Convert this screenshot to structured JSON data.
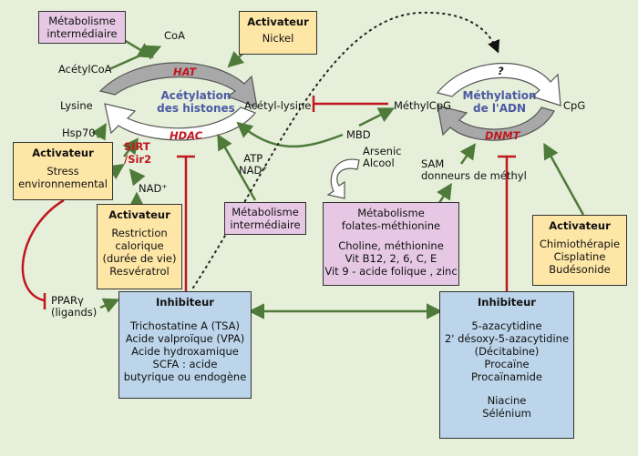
{
  "colors": {
    "background": "#e6efd9",
    "green": "#4e7a3a",
    "red": "#c0171e",
    "gray": "#a8a8a8",
    "title_blue": "#4a5aa4",
    "pink": "#e6c8e4",
    "yellow": "#fde6a6",
    "blue": "#bcd5ea"
  },
  "hat_cycle": {
    "title_line1": "Acétylation",
    "title_line2": "des histones",
    "hat": "HAT",
    "hdac": "HDAC"
  },
  "dnmt_cycle": {
    "title_line1": "Méthylation",
    "title_line2": "de l'ADN",
    "question": "?",
    "dnmt": "DNMT"
  },
  "labels": {
    "coa": "CoA",
    "acetylcoa": "AcétylCoA",
    "lysine": "Lysine",
    "acetyl_lysine": "Acétyl-lysine",
    "hsp70": "Hsp70",
    "sirt_line1": "SIRT",
    "sirt_line2": "/Sir2",
    "nad_plus": "NAD⁺",
    "atp": "ATP",
    "nad_plus2": "NAD⁺",
    "mbd": "MBD",
    "methylcpg": "MéthylCpG",
    "cpg": "CpG",
    "arsenic": "Arsenic",
    "alcool": "Alcool",
    "sam": "SAM",
    "donneurs": "donneurs de méthyl",
    "ppar_line1": "PPARγ",
    "ppar_line2": "(ligands)"
  },
  "boxes": {
    "metab_top": {
      "line1": "Métabolisme",
      "line2": "intermédiaire"
    },
    "activ_nickel": {
      "title": "Activateur",
      "line1": "Nickel"
    },
    "activ_stress": {
      "title": "Activateur",
      "line1": "Stress",
      "line2": "environnemental"
    },
    "activ_restriction": {
      "title": "Activateur",
      "line1": "Restriction",
      "line2": "calorique",
      "line3": "(durée de vie)",
      "line4": "Resvératrol"
    },
    "metab_mid": {
      "line1": "Métabolisme",
      "line2": "intermédiaire"
    },
    "folates": {
      "line1": "Métabolisme",
      "line2": "folates-méthionine",
      "line3": "Choline, méthionine",
      "line4": "Vit B12, 2, 6, C, E",
      "line5": "Vit 9 - acide folique , zinc"
    },
    "activ_chimio": {
      "title": "Activateur",
      "line1": "Chimiothérapie",
      "line2": "Cisplatine",
      "line3": "Budésonide"
    },
    "inhib_left": {
      "title": "Inhibiteur",
      "line1": "Trichostatine A (TSA)",
      "line2": "Acide valproïque (VPA)",
      "line3": "Acide hydroxamique",
      "line4": "SCFA : acide",
      "line5": "butyrique ou endogène"
    },
    "inhib_right": {
      "title": "Inhibiteur",
      "line1": "5-azacytidine",
      "line2": "2' désoxy-5-azacytidine",
      "line3": "(Décitabine)",
      "line4": "Procaïne",
      "line5": "Procaïnamide",
      "line6": "Niacine",
      "line7": "Sélénium"
    }
  }
}
